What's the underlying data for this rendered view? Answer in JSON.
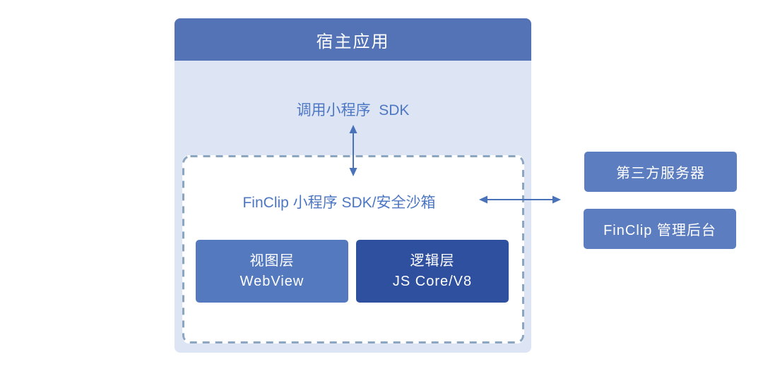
{
  "diagram": {
    "host_app": {
      "title": "宿主应用",
      "sdk_call_label": "调用小程序  SDK",
      "sandbox": {
        "title": "FinClip 小程序 SDK/安全沙箱",
        "view_layer": {
          "line1": "视图层",
          "line2": "WebView"
        },
        "logic_layer": {
          "line1": "逻辑层",
          "line2": "JS Core/V8"
        }
      }
    },
    "external": {
      "third_party_server": "第三方服务器",
      "finclip_console": "FinClip 管理后台"
    },
    "colors": {
      "header_bg": "#5373b6",
      "host_bg": "#dde4f4",
      "view_layer_bg": "#5479be",
      "logic_layer_bg": "#2e509f",
      "external_box_bg": "#5c7dbf",
      "label_text": "#4d77c3",
      "arrow": "#4a72b8",
      "dashed_border": "#8ca6c2",
      "box_text": "#ffffff"
    }
  }
}
